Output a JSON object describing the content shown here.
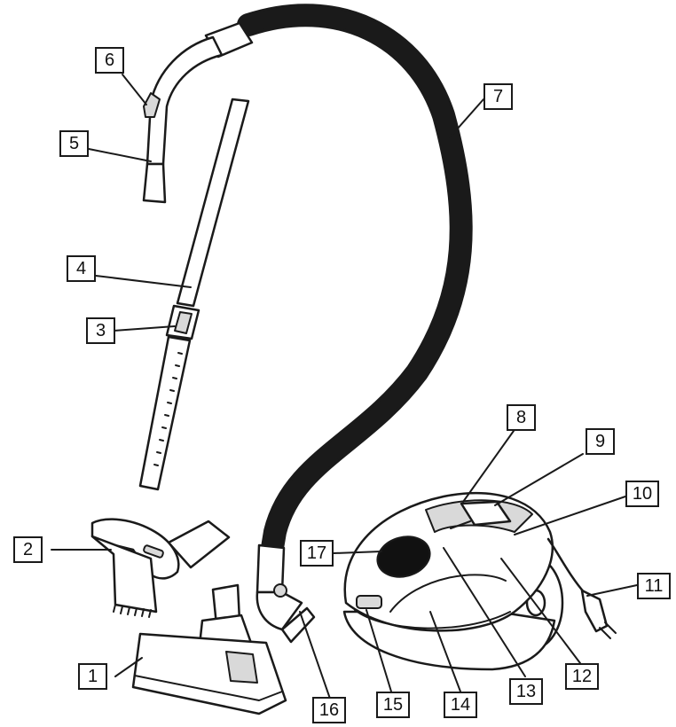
{
  "diagram": {
    "title": "",
    "parts": [
      {
        "id": "1",
        "label": "1"
      },
      {
        "id": "2",
        "label": "2"
      },
      {
        "id": "3",
        "label": "3"
      },
      {
        "id": "4",
        "label": "4"
      },
      {
        "id": "5",
        "label": "5"
      },
      {
        "id": "6",
        "label": "6"
      },
      {
        "id": "7",
        "label": "7"
      },
      {
        "id": "8",
        "label": "8"
      },
      {
        "id": "9",
        "label": "9"
      },
      {
        "id": "10",
        "label": "10"
      },
      {
        "id": "11",
        "label": "11"
      },
      {
        "id": "12",
        "label": "12"
      },
      {
        "id": "13",
        "label": "13"
      },
      {
        "id": "14",
        "label": "14"
      },
      {
        "id": "15",
        "label": "15"
      },
      {
        "id": "16",
        "label": "16"
      },
      {
        "id": "17",
        "label": "17"
      }
    ]
  }
}
